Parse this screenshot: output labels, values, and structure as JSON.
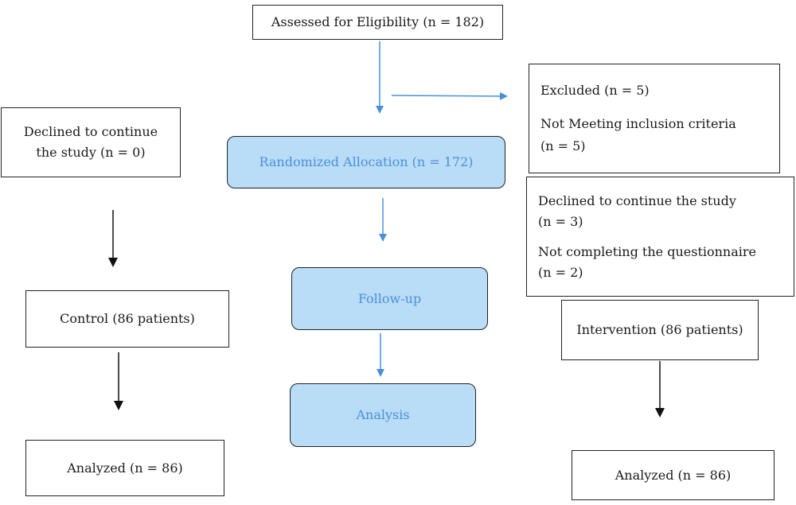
{
  "boxes": {
    "assessed": "Assessed for Eligibility (n = 182)",
    "randomized": "Randomized Allocation (n = 172)",
    "followup": "Follow-up",
    "analysis": "Analysis",
    "excluded": {
      "line1": "Excluded (n = 5)",
      "line2": "Not Meeting inclusion criteria",
      "line3": "(n = 5)"
    },
    "declined_left": {
      "line1": "Declined to continue",
      "line2": "the study (n = 0)"
    },
    "declined_right": {
      "line1": "Declined to continue the study",
      "line2": "(n = 3)",
      "line3": "Not  completing the questionnaire",
      "line4": "(n = 2)"
    },
    "control": "Control (86 patients)",
    "intervention": "Intervention (86 patients)",
    "analyzed_left": "Analyzed (n = 86)",
    "analyzed_right": "Analyzed (n = 86)"
  },
  "colors": {
    "blue_fill": "#b9dcf7",
    "blue_text": "#4a90d9",
    "blue_arrow": "#4a90d9",
    "black_arrow": "#111111"
  }
}
